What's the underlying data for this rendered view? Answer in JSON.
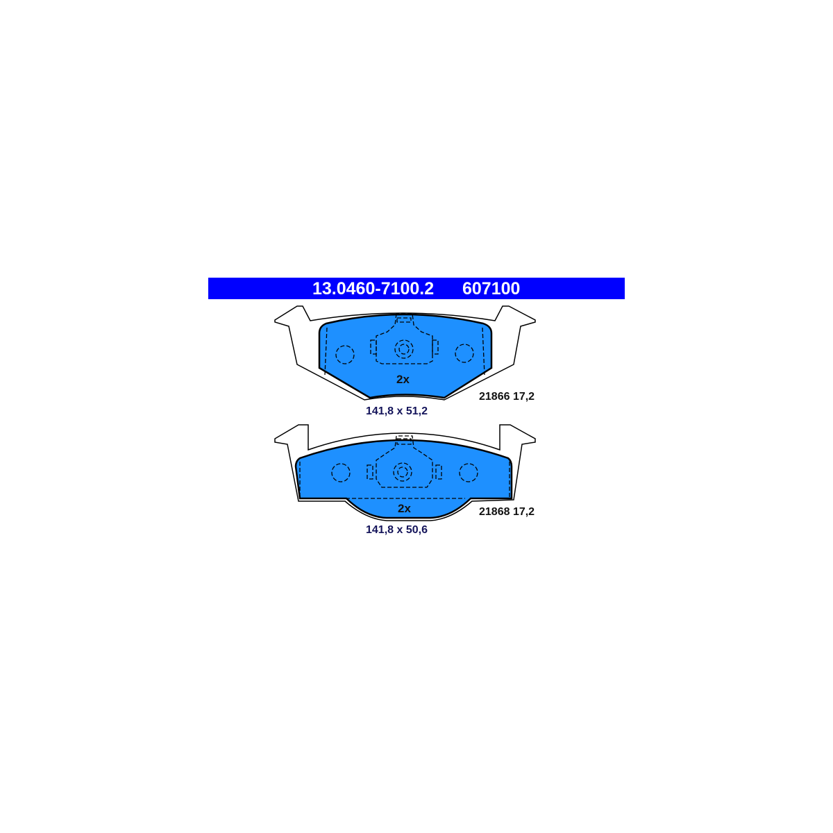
{
  "header": {
    "article_number": "13.0460-7100.2",
    "ref_number": "607100"
  },
  "colors": {
    "header_bg": "#0000ff",
    "friction": "#1e90ff"
  },
  "pads": [
    {
      "multiplier": "2x",
      "code": "21866 17,2",
      "dimensions": "141,8 x 51,2"
    },
    {
      "multiplier": "2x",
      "code": "21868 17,2",
      "dimensions": "141,8 x 50,6"
    }
  ]
}
